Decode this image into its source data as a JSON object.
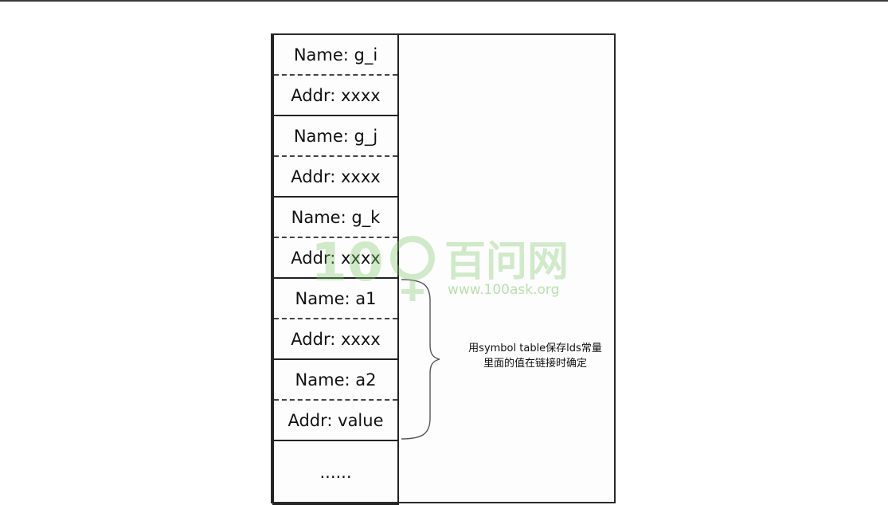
{
  "symbol_table": {
    "rows": [
      {
        "label": "Name: g_i"
      },
      {
        "label": "Addr: xxxx"
      },
      {
        "label": "Name: g_j"
      },
      {
        "label": "Addr: xxxx"
      },
      {
        "label": "Name: g_k"
      },
      {
        "label": "Addr: xxxx"
      },
      {
        "label": "Name: a1"
      },
      {
        "label": "Addr: xxxx"
      },
      {
        "label": "Name: a2"
      },
      {
        "label": "Addr: value"
      },
      {
        "label": "......"
      }
    ]
  },
  "annotation": {
    "line1": "用symbol table保存lds常量",
    "line2": "里面的值在链接时确定"
  },
  "watermark": {
    "logo_text": "百问网",
    "url": "www.100ask.org",
    "color": "#7fc96a"
  }
}
